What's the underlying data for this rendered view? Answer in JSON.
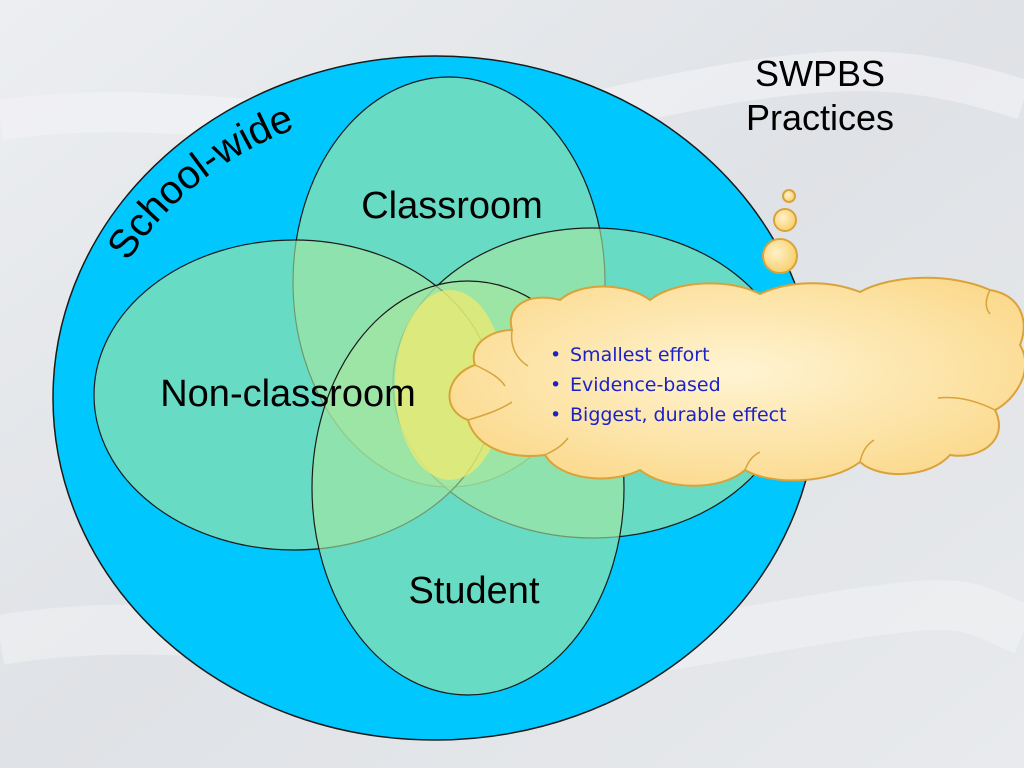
{
  "title": {
    "line1": "SWPBS",
    "line2": "Practices"
  },
  "outer_label": "School-wide",
  "ellipses": {
    "classroom": "Classroom",
    "non_classroom": "Non-classroom",
    "student": "Student"
  },
  "cloud": {
    "bullets": [
      "Smallest effort",
      "Evidence-based",
      "Biggest, durable effect"
    ]
  },
  "colors": {
    "outer_circle": "#00c8ff",
    "ellipse_fill": "#a7e6a0",
    "center_overlap": "#e8e878",
    "cloud_fill": "#fde6a8",
    "cloud_stroke": "#d9a33a",
    "bullet_text": "#1b22c8"
  }
}
